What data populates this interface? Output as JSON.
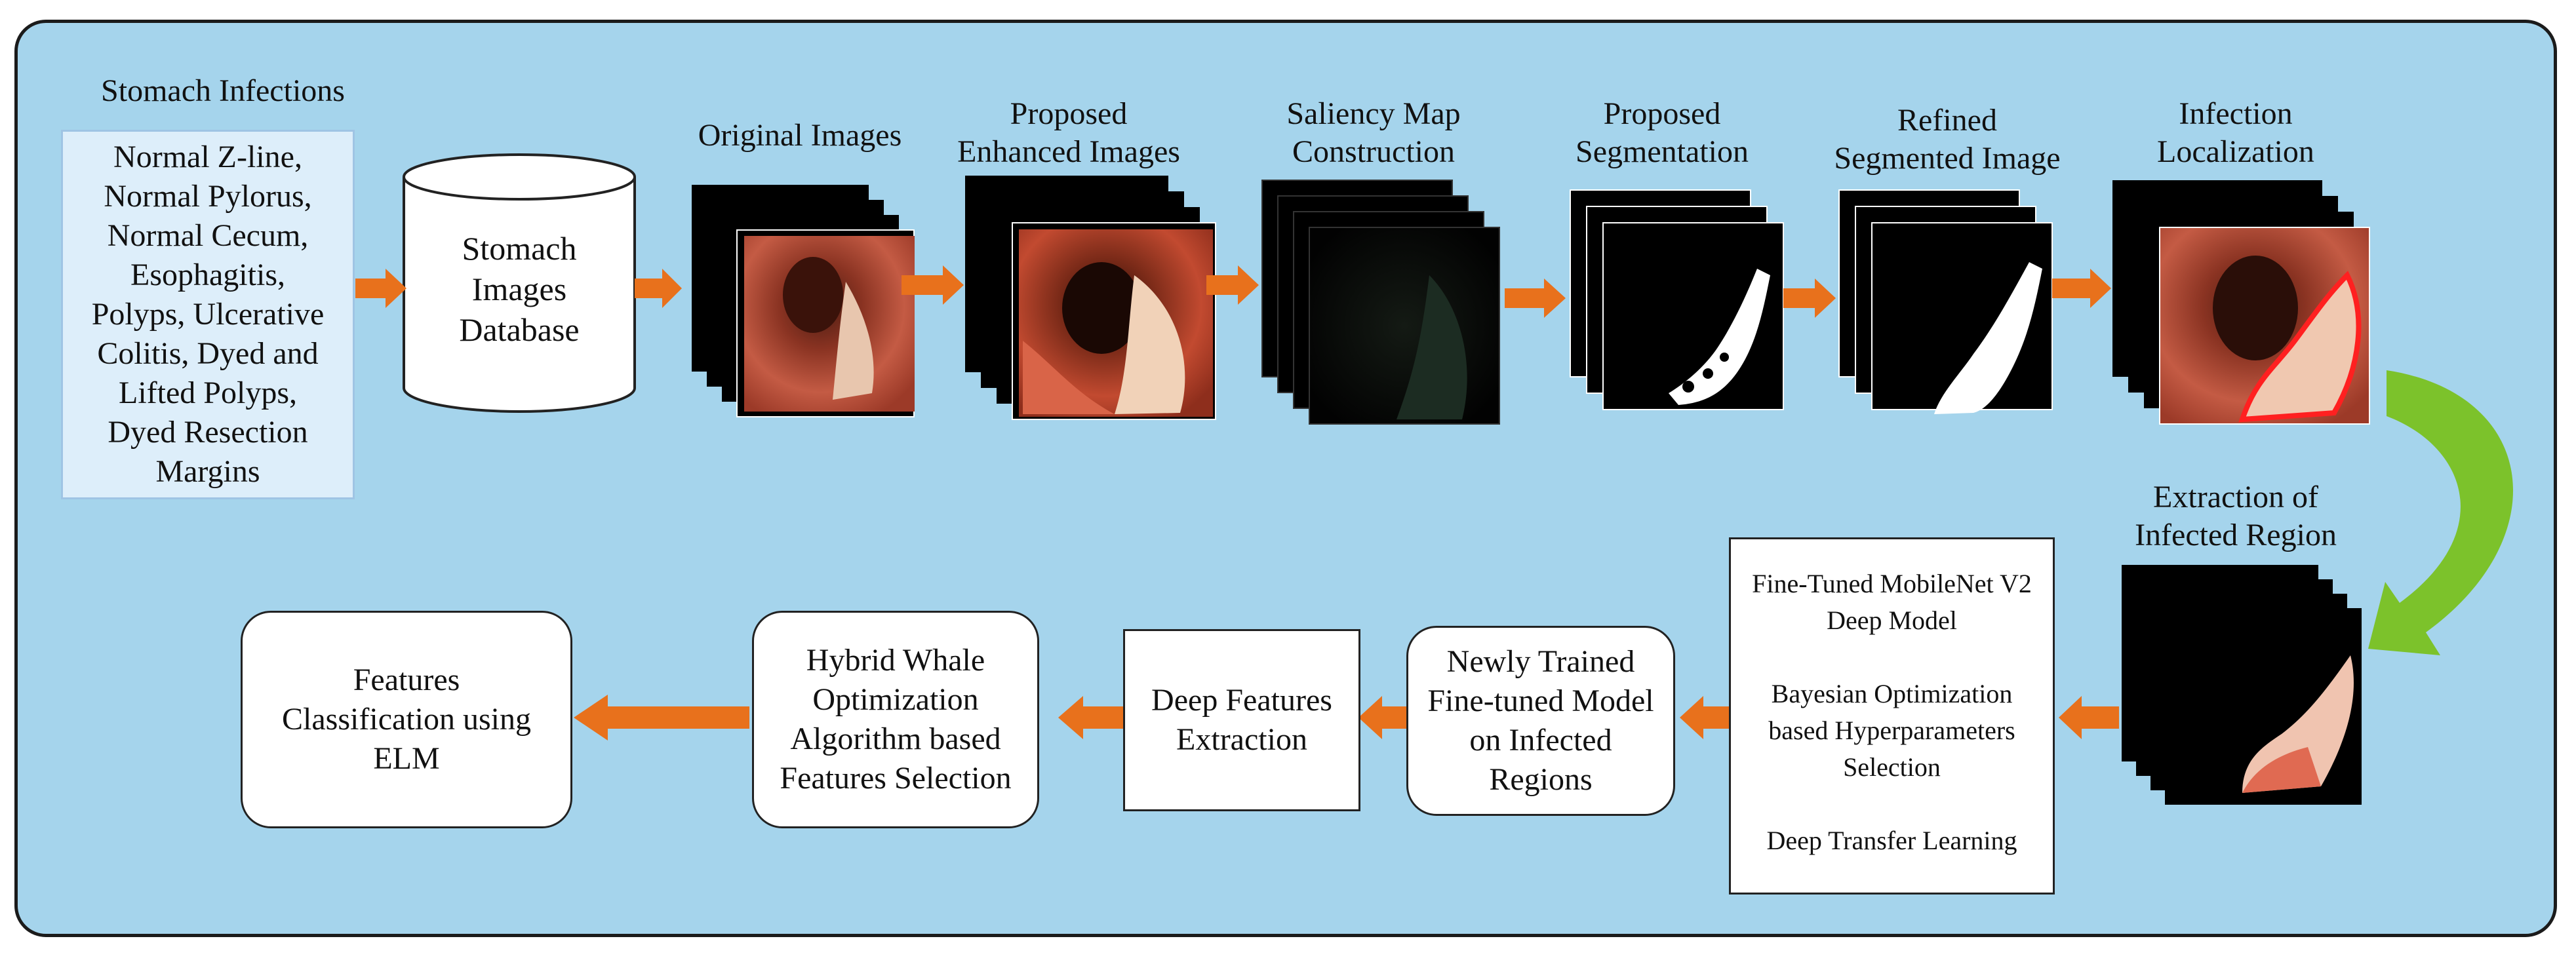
{
  "labels": {
    "stomach_infections": "Stomach Infections",
    "original_images": "Original Images",
    "proposed_enhanced": "Proposed\nEnhanced Images",
    "saliency": "Saliency Map\nConstruction",
    "proposed_segmentation": "Proposed\nSegmentation",
    "refined_segmented": "Refined\nSegmented Image",
    "infection_localization": "Infection\nLocalization",
    "extraction_infected": "Extraction of\nInfected Region"
  },
  "infection_list": "Normal Z-line,\nNormal Pylorus,\nNormal Cecum,\nEsophagitis,\nPolyps, Ulcerative\nColitis, Dyed and\nLifted Polyps,\nDyed Resection\nMargins",
  "database": "Stomach\nImages\nDatabase",
  "model_box": {
    "line1": "Fine-Tuned MobileNet V2\nDeep Model",
    "line2": "Bayesian Optimization\nbased Hyperparameters\nSelection",
    "line3": "Deep Transfer Learning"
  },
  "newly_trained": "Newly Trained\nFine-tuned Model\non Infected\nRegions",
  "deep_features": "Deep Features\nExtraction",
  "whale": "Hybrid Whale\nOptimization\nAlgorithm based\nFeatures Selection",
  "classification": "Features\nClassification using\nELM",
  "colors": {
    "panel_bg": "#a5d4ec",
    "arrow_orange": "#e8711c",
    "curve_green": "#7cc22b",
    "outline_red": "#ff2020"
  }
}
